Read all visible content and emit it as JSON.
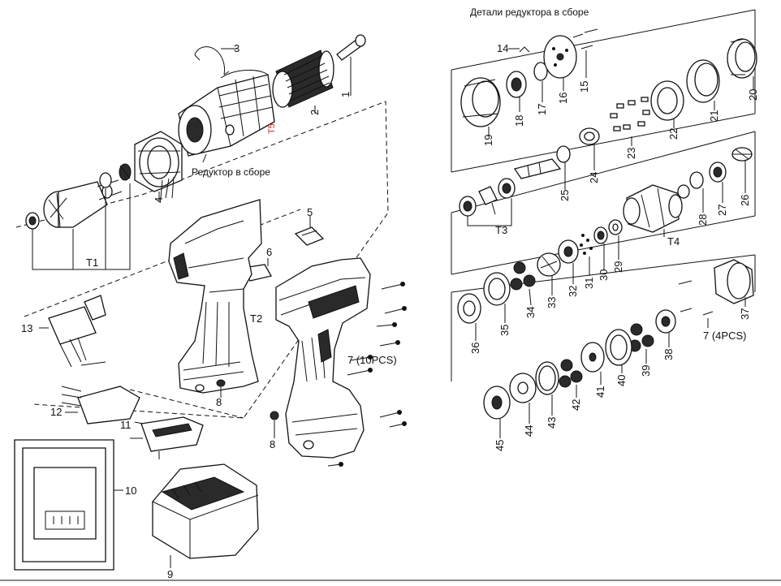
{
  "titles": {
    "gearbox_details": "Детали редуктора в сборе",
    "gearbox_assembly": "Редуктор в сборе",
    "t5": "T5"
  },
  "colors": {
    "line": "#111111",
    "accent_red": "#d81e1e",
    "fill_dark": "#2a2a2a"
  },
  "left_labels": [
    {
      "id": "l1",
      "text": "1"
    },
    {
      "id": "l2",
      "text": "2"
    },
    {
      "id": "l3",
      "text": "3"
    },
    {
      "id": "l4",
      "text": "4"
    },
    {
      "id": "l5",
      "text": "5"
    },
    {
      "id": "l6",
      "text": "6"
    },
    {
      "id": "l7",
      "text": "7 (10PCS)"
    },
    {
      "id": "l8a",
      "text": "8"
    },
    {
      "id": "l8b",
      "text": "8"
    },
    {
      "id": "l9",
      "text": "9"
    },
    {
      "id": "l10",
      "text": "10"
    },
    {
      "id": "l11",
      "text": "11"
    },
    {
      "id": "l12",
      "text": "12"
    },
    {
      "id": "l13",
      "text": "13"
    },
    {
      "id": "lT1",
      "text": "T1"
    },
    {
      "id": "lT2",
      "text": "T2"
    }
  ],
  "right_labels": [
    {
      "id": "r14",
      "text": "14"
    },
    {
      "id": "r15",
      "text": "15"
    },
    {
      "id": "r16",
      "text": "16"
    },
    {
      "id": "r17",
      "text": "17"
    },
    {
      "id": "r18",
      "text": "18"
    },
    {
      "id": "r19",
      "text": "19"
    },
    {
      "id": "r20",
      "text": "20"
    },
    {
      "id": "r21",
      "text": "21"
    },
    {
      "id": "r22",
      "text": "22"
    },
    {
      "id": "r23",
      "text": "23"
    },
    {
      "id": "r24",
      "text": "24"
    },
    {
      "id": "r25",
      "text": "25"
    },
    {
      "id": "r26",
      "text": "26"
    },
    {
      "id": "r27",
      "text": "27"
    },
    {
      "id": "r28",
      "text": "28"
    },
    {
      "id": "r29",
      "text": "29"
    },
    {
      "id": "r30",
      "text": "30"
    },
    {
      "id": "r31",
      "text": "31"
    },
    {
      "id": "r32",
      "text": "32"
    },
    {
      "id": "r33",
      "text": "33"
    },
    {
      "id": "r34",
      "text": "34"
    },
    {
      "id": "r35",
      "text": "35"
    },
    {
      "id": "r36",
      "text": "36"
    },
    {
      "id": "r37",
      "text": "37"
    },
    {
      "id": "r38",
      "text": "38"
    },
    {
      "id": "r39",
      "text": "39"
    },
    {
      "id": "r40",
      "text": "40"
    },
    {
      "id": "r41",
      "text": "41"
    },
    {
      "id": "r42",
      "text": "42"
    },
    {
      "id": "r43",
      "text": "43"
    },
    {
      "id": "r44",
      "text": "44"
    },
    {
      "id": "r45",
      "text": "45"
    },
    {
      "id": "rT3",
      "text": "T3"
    },
    {
      "id": "rT4",
      "text": "T4"
    },
    {
      "id": "r7",
      "text": "7 (4PCS)"
    }
  ]
}
